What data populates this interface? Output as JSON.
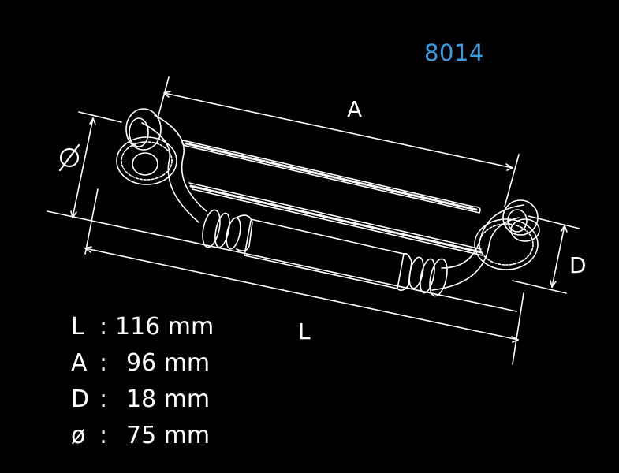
{
  "product_code": "8014",
  "dimension_labels": {
    "A": "A",
    "L": "L",
    "D": "D",
    "diameter": "ø"
  },
  "specs": [
    {
      "key": "L",
      "colon": ":",
      "value": "116 mm"
    },
    {
      "key": "A",
      "colon": ":",
      "value": "96 mm"
    },
    {
      "key": "D",
      "colon": ":",
      "value": "18 mm"
    },
    {
      "key": "ø",
      "colon": ":",
      "value": "75 mm"
    }
  ],
  "colors": {
    "background": "#000000",
    "line": "#ffffff",
    "code": "#3d9be0"
  }
}
